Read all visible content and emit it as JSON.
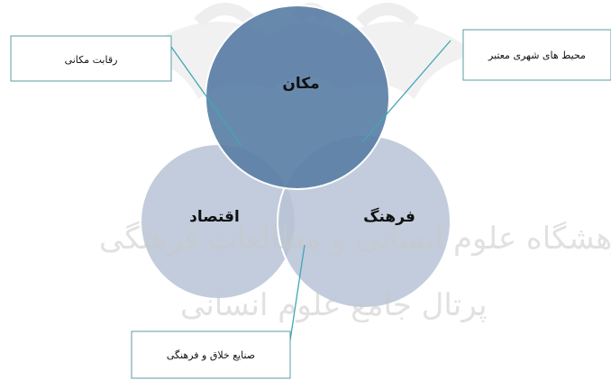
{
  "colors": {
    "circle_top": "#5b7fa6",
    "circle_left": "#b7c3d6",
    "circle_right": "#b7c3d6",
    "circle_stroke": "#ffffff",
    "box_stroke": "#5a9ea4",
    "connector": "#43a6b4",
    "watermark": "#c9c9c9",
    "text": "#111111"
  },
  "circles": {
    "top_label": "مکان",
    "left_label": "اقتصاد",
    "right_label": "فرهنگ"
  },
  "callouts": {
    "top_left": "رقابت مکانی",
    "top_right": "محیط های شهری معتبر",
    "bottom": "صنایع خلاق و فرهنگی"
  },
  "watermark": {
    "line1": "پژوهشگاه علوم انسانی و مطالعات فرهنگی",
    "line2": "پرتال جامع علوم انسانی"
  }
}
